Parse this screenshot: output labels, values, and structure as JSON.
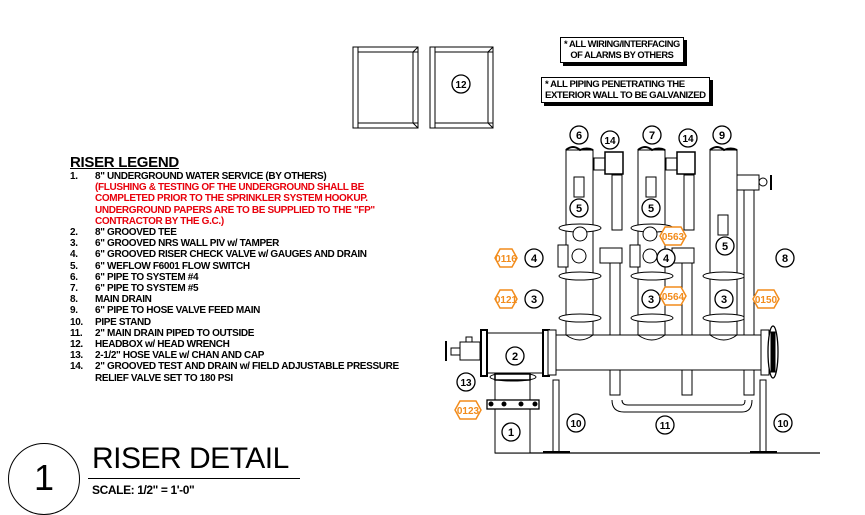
{
  "legend": {
    "title": "RISER LEGEND",
    "items": [
      {
        "num": "1.",
        "text": "8\" UNDERGROUND WATER SERVICE (BY OTHERS)",
        "note": [
          "(FLUSHING & TESTING OF THE UNDERGROUND SHALL BE",
          "COMPLETED PRIOR TO THE SPRINKLER SYSTEM HOOKUP.",
          "UNDERGROUND PAPERS ARE TO BE SUPPLIED TO THE \"FP\"",
          "CONTRACTOR BY THE G.C.)"
        ]
      },
      {
        "num": "2.",
        "text": "8\" GROOVED TEE"
      },
      {
        "num": "3.",
        "text": "6\" GROOVED NRS WALL PIV w/ TAMPER"
      },
      {
        "num": "4.",
        "text": "6\" GROOVED RISER CHECK VALVE w/ GAUGES AND DRAIN"
      },
      {
        "num": "5.",
        "text": "6\" WEFLOW F6001 FLOW SWITCH"
      },
      {
        "num": "6.",
        "text": "6\" PIPE TO SYSTEM #4"
      },
      {
        "num": "7.",
        "text": "6\" PIPE TO SYSTEM #5"
      },
      {
        "num": "8.",
        "text": "MAIN DRAIN"
      },
      {
        "num": "9.",
        "text": "6\" PIPE TO HOSE VALVE FEED MAIN"
      },
      {
        "num": "10.",
        "text": "PIPE STAND"
      },
      {
        "num": "11.",
        "text": "2\" MAIN DRAIN PIPED TO OUTSIDE"
      },
      {
        "num": "12.",
        "text": "HEADBOX w/ HEAD WRENCH"
      },
      {
        "num": "13.",
        "text": "2-1/2\" HOSE VALE w/ CHAN AND CAP"
      },
      {
        "num": "14.",
        "text": "2\" GROOVED TEST AND DRAIN w/ FIELD ADJUSTABLE PRESSURE",
        "cont": "RELIEF VALVE SET TO 180 PSI"
      }
    ]
  },
  "notes": {
    "wiring": [
      "* ALL WIRING/INTERFACING",
      "OF ALARMS BY OTHERS"
    ],
    "piping": [
      "* ALL PIPING PENETRATING THE",
      "EXTERIOR WALL TO BE GALVANIZED"
    ]
  },
  "title_block": {
    "detail_number": "1",
    "title": "RISER DETAIL",
    "scale": "SCALE: 1/2\" = 1'-0\""
  },
  "callouts": {
    "c1": "1",
    "c2": "2",
    "c3a": "3",
    "c3b": "3",
    "c3c": "3",
    "c4a": "4",
    "c4b": "4",
    "c5a": "5",
    "c5b": "5",
    "c5c": "5",
    "c6": "6",
    "c7": "7",
    "c8": "8",
    "c9": "9",
    "c10a": "10",
    "c10b": "10",
    "c11": "11",
    "c12": "12",
    "c13": "13",
    "c14a": "14",
    "c14b": "14"
  },
  "tags": {
    "color": "#f28c1c",
    "t0116": "0116",
    "t0121": "0121",
    "t0563": "0563",
    "t0564": "0564",
    "t0150": "0150",
    "t0123": "0123"
  },
  "colors": {
    "note_red": "#e8000b",
    "line": "#000000",
    "tag": "#f28c1c"
  }
}
